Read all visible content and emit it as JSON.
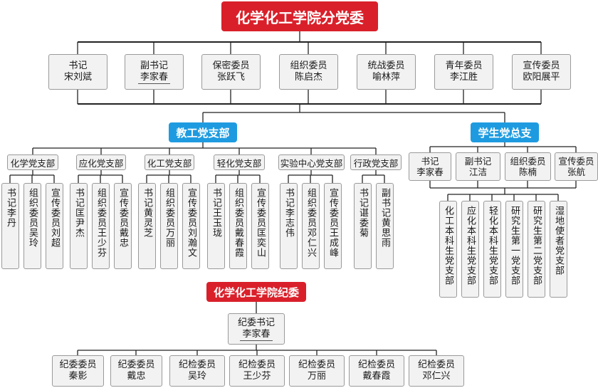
{
  "title": "化学化工学院分党委",
  "committee": [
    {
      "role": "书记",
      "name": "宋刘斌"
    },
    {
      "role": "副书记",
      "name": "李家春"
    },
    {
      "role": "保密委员",
      "name": "张跃飞"
    },
    {
      "role": "组织委员",
      "name": "陈启杰"
    },
    {
      "role": "统战委员",
      "name": "喻林萍"
    },
    {
      "role": "青年委员",
      "name": "李江胜"
    },
    {
      "role": "宣传委员",
      "name": "欧阳展平"
    }
  ],
  "faculty_branch": {
    "label": "教工党支部",
    "branches": [
      {
        "name": "化学党支部",
        "members": [
          "书记李丹",
          "组织委员吴玲",
          "宣传委员刘超"
        ]
      },
      {
        "name": "应化党支部",
        "members": [
          "书记匡尹杰",
          "组织委员王少芬",
          "宣传委员戴忠"
        ]
      },
      {
        "name": "化工党支部",
        "members": [
          "书记黄灵芝",
          "组织委员万丽",
          "宣传委员刘瀚文"
        ]
      },
      {
        "name": "轻化党支部",
        "members": [
          "书记王玉珑",
          "组织委员戴春霞",
          "宣传委员匡奕山"
        ]
      },
      {
        "name": "实验中心党支部",
        "members": [
          "书记李志伟",
          "组织委员邓仁兴",
          "宣传委员王成峰"
        ]
      },
      {
        "name": "行政党支部",
        "members": [
          "书记谌委菊",
          "副书记黄思雨"
        ]
      }
    ]
  },
  "student_branch": {
    "label": "学生党总支",
    "committee": [
      {
        "role": "书记",
        "name": "李家春"
      },
      {
        "role": "副书记",
        "name": "江洁"
      },
      {
        "role": "组织委员",
        "name": "陈楠"
      },
      {
        "role": "宣传委员",
        "name": "张航"
      }
    ],
    "branches": [
      "化工本科生党支部",
      "应化本科生党支部",
      "轻化本科生党支部",
      "研究生第一党支部",
      "研究生第二党支部",
      "湿地使者党支部"
    ]
  },
  "discipline": {
    "title": "化学化工学院纪委",
    "secretary": {
      "role": "纪委书记",
      "name": "李家春"
    },
    "members": [
      {
        "role": "纪委委员",
        "name": "秦影"
      },
      {
        "role": "纪委委员",
        "name": "戴忠"
      },
      {
        "role": "纪检委员",
        "name": "吴玲"
      },
      {
        "role": "纪检委员",
        "name": "王少芬"
      },
      {
        "role": "纪检委员",
        "name": "万丽"
      },
      {
        "role": "纪检委员",
        "name": "戴春霞"
      },
      {
        "role": "纪检委员",
        "name": "邓仁兴"
      }
    ]
  },
  "colors": {
    "red": "#d9202a",
    "blue": "#1e9be0",
    "box": "#f2f2f2",
    "line": "#222222"
  }
}
